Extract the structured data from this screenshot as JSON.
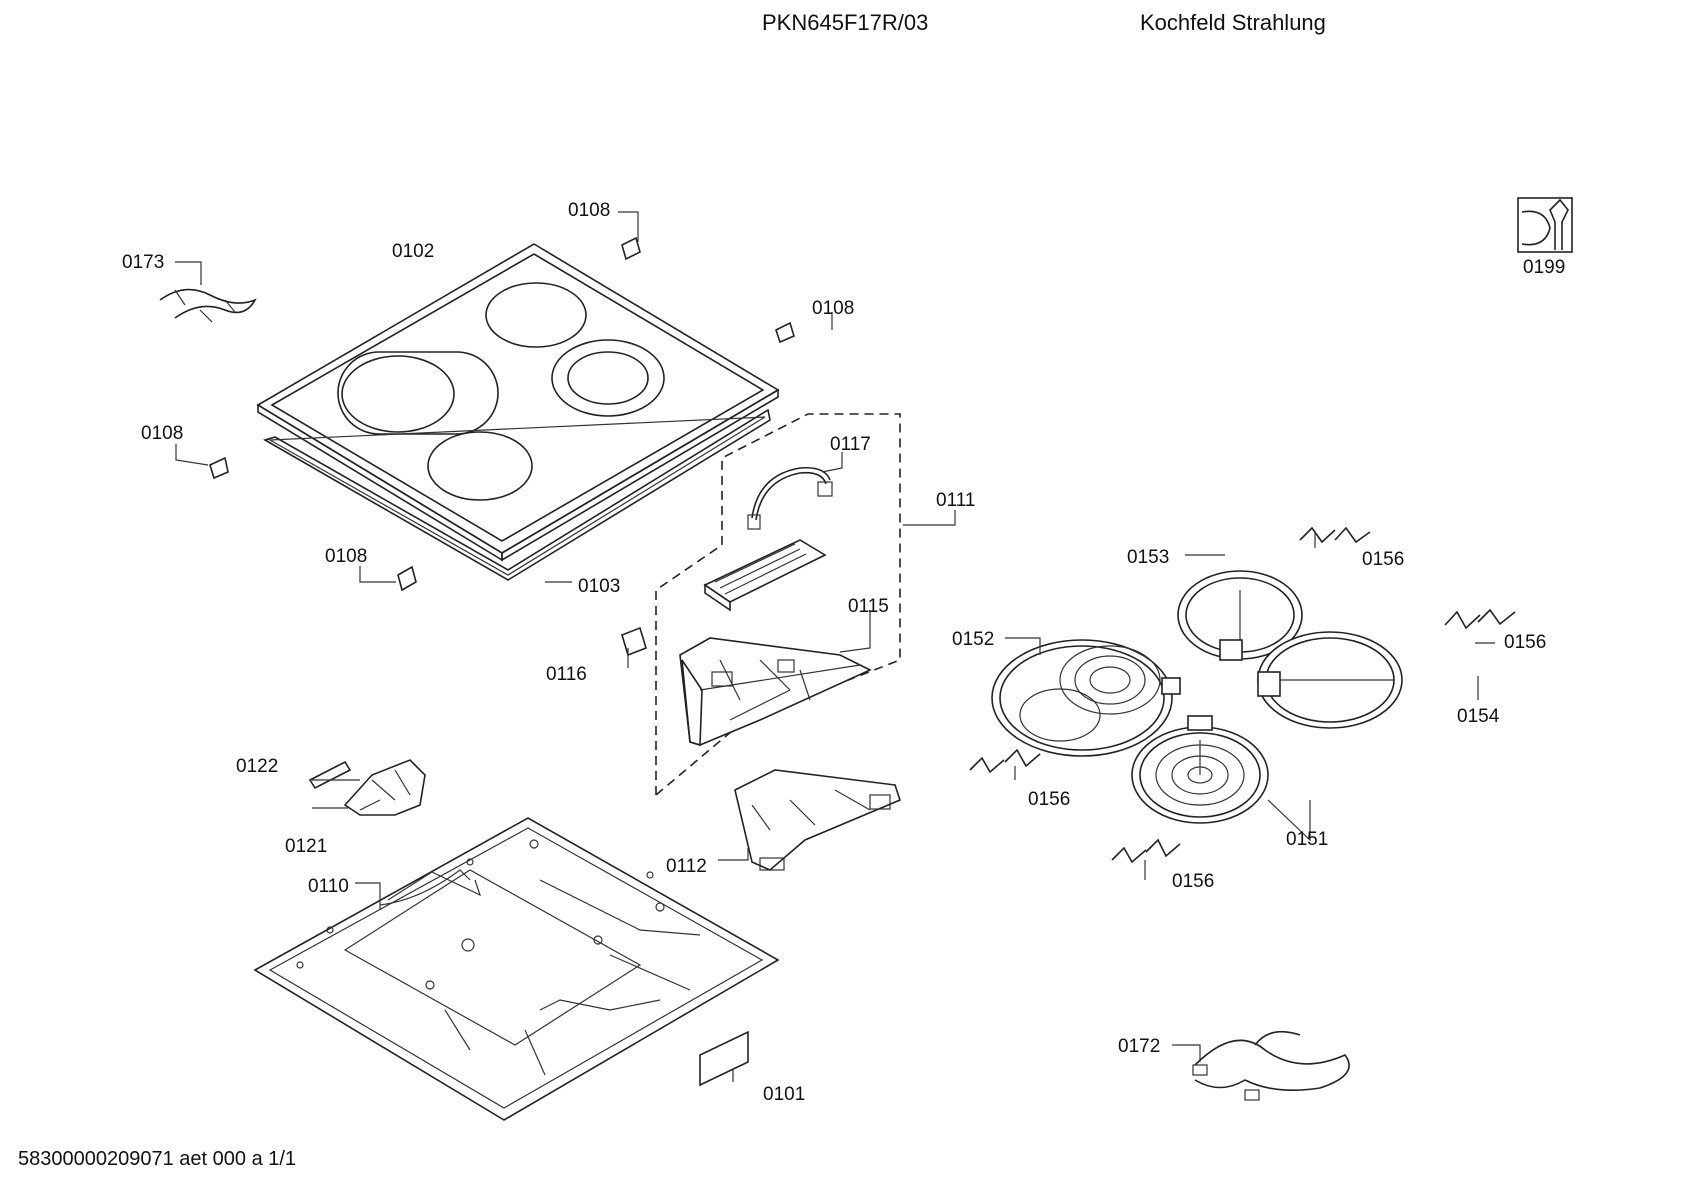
{
  "header": {
    "model": "PKN645F17R/03",
    "title": "Kochfeld Strahlung"
  },
  "footer": {
    "code": "58300000209071 aet 000 a 1/1"
  },
  "labels": {
    "p0101": "0101",
    "p0102": "0102",
    "p0103": "0103",
    "p0108a": "0108",
    "p0108b": "0108",
    "p0108c": "0108",
    "p0108d": "0108",
    "p0110": "0110",
    "p0111": "0111",
    "p0112": "0112",
    "p0115": "0115",
    "p0116": "0116",
    "p0117": "0117",
    "p0121": "0121",
    "p0122": "0122",
    "p0151": "0151",
    "p0152": "0152",
    "p0153": "0153",
    "p0154": "0154",
    "p0156a": "0156",
    "p0156b": "0156",
    "p0156c": "0156",
    "p0156d": "0156",
    "p0172": "0172",
    "p0173": "0173",
    "p0199": "0199"
  }
}
